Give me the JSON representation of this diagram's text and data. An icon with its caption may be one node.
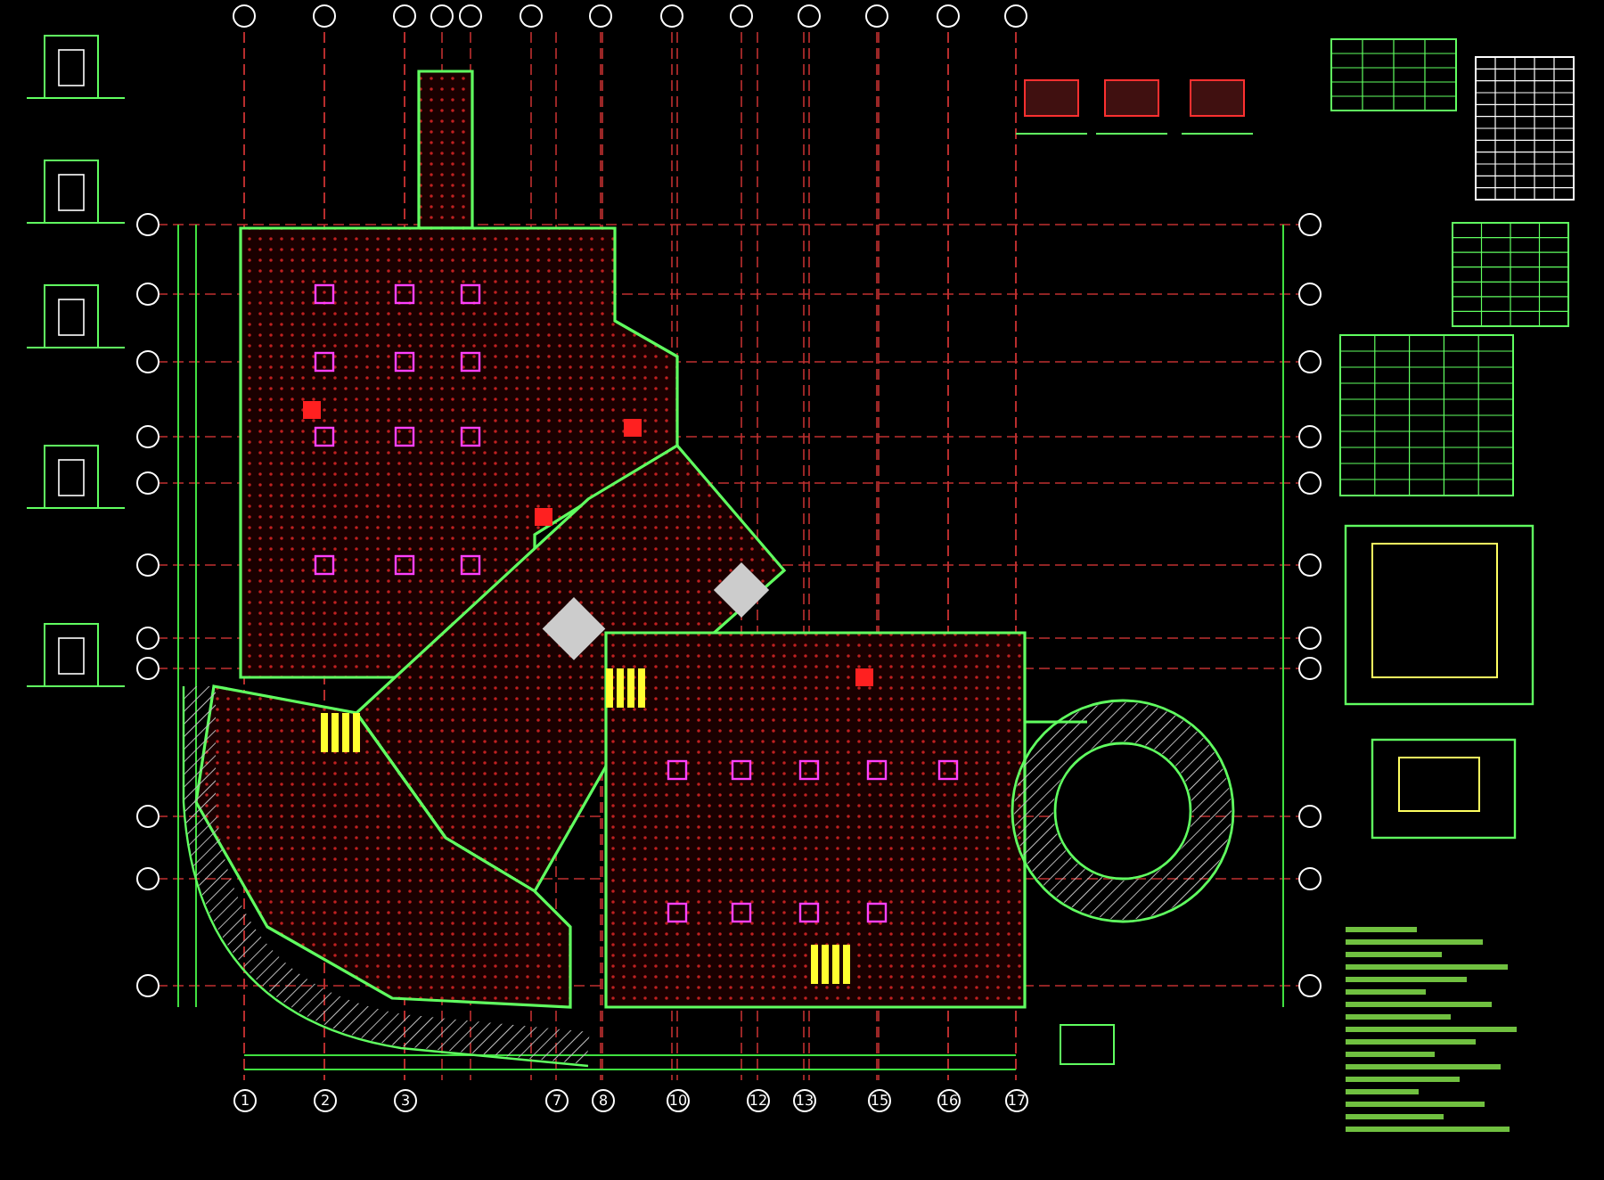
{
  "diagram": {
    "labels": [
      "1",
      "2",
      "3",
      "7",
      "8",
      "10",
      "12",
      "13",
      "15",
      "16",
      "17"
    ]
  }
}
